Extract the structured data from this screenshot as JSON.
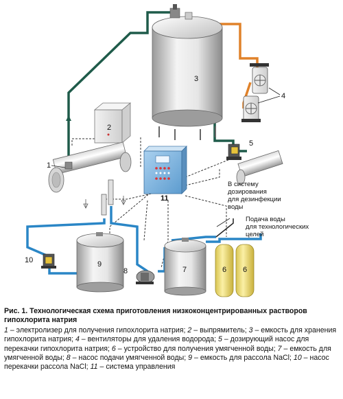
{
  "labels": {
    "n1": "1",
    "n2": "2",
    "n3": "3",
    "n4": "4",
    "n5": "5",
    "n6a": "6",
    "n6b": "6",
    "n7": "7",
    "n8": "8",
    "n9": "9",
    "n10": "10",
    "n11": "11",
    "disinfection": [
      "В систему",
      "дозирования",
      "для дезинфекции",
      "воды"
    ],
    "water_supply": [
      "Подача воды",
      "для технологических",
      "целей"
    ]
  },
  "caption": {
    "title": "Рис. 1. Технологическая схема приготовления низкоконцентрирован­ных растворов гипохлорита натрия",
    "legend": [
      {
        "num": "1",
        "text": " – электролизер для получения гипохлорита натрия; "
      },
      {
        "num": "2",
        "text": " – выпрямитель; "
      },
      {
        "num": "3",
        "text": " – емкость для хранения гипохлорита натрия; "
      },
      {
        "num": "4",
        "text": " – вентиляторы для удаления водорода; "
      },
      {
        "num": "5",
        "text": " – дозирующий насос для перекачки гипохлорита натрия; "
      },
      {
        "num": "6",
        "text": " – устройство для получения умягченной воды; "
      },
      {
        "num": "7",
        "text": " – емкость для умягченной воды; "
      },
      {
        "num": "8",
        "text": " – насос подачи умягченной воды; "
      },
      {
        "num": "9",
        "text": " – емкость для рассола NaCl; "
      },
      {
        "num": "10",
        "text": " – насос перекачки рассола NaCl; "
      },
      {
        "num": "11",
        "text": " – система управления"
      }
    ]
  },
  "colors": {
    "blue_pipe": "#2a86c6",
    "green_pipe": "#1f5b4a",
    "orange_pipe": "#e0822a",
    "yellow_filter": "#f2e27a",
    "panel_blue": "#7ab4e0"
  }
}
